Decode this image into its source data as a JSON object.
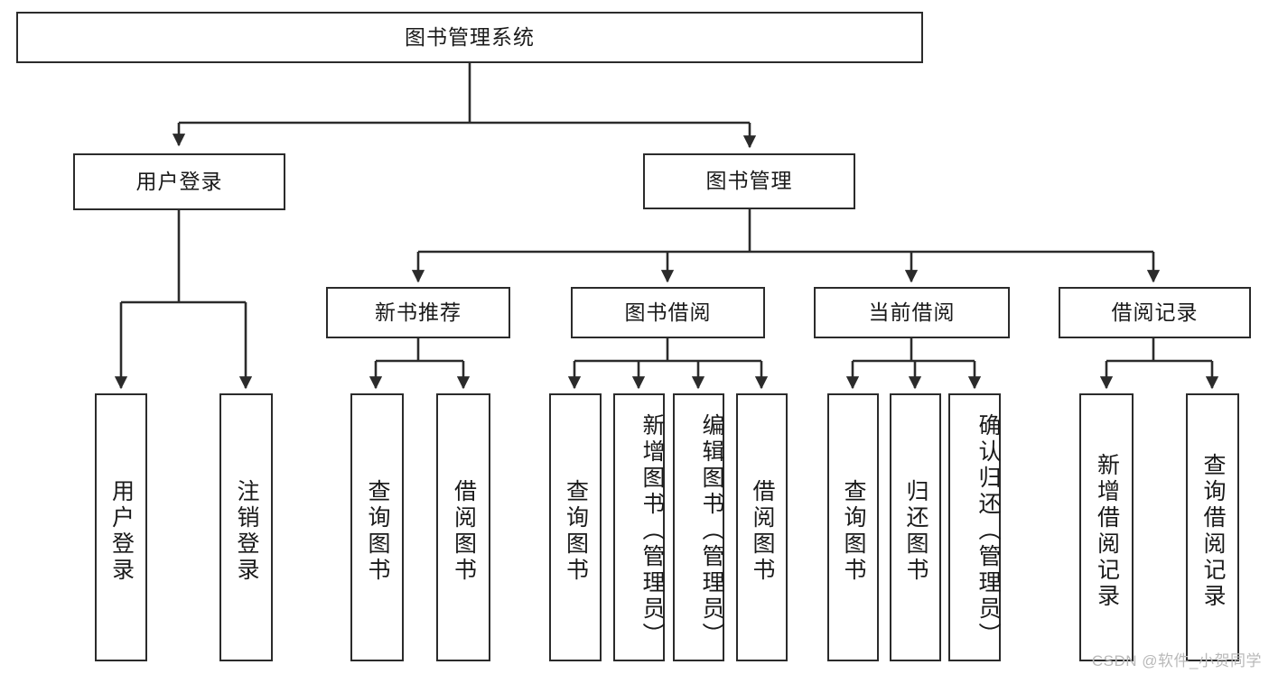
{
  "diagram": {
    "type": "tree",
    "title": "图书管理系统",
    "watermark": "CSDN @软件_小贺同学",
    "colors": {
      "box_border": "#2b2b2b",
      "box_fill": "#ffffff",
      "connector": "#2b2b2b",
      "text": "#1a1a1a",
      "watermark": "#b9b9b9"
    },
    "nodes": {
      "root": {
        "label": "图书管理系统"
      },
      "level2": [
        {
          "id": "user-login",
          "label": "用户登录"
        },
        {
          "id": "book-management",
          "label": "图书管理"
        }
      ],
      "level3": [
        {
          "id": "new-book-recommend",
          "label": "新书推荐"
        },
        {
          "id": "book-borrow",
          "label": "图书借阅"
        },
        {
          "id": "current-borrow",
          "label": "当前借阅"
        },
        {
          "id": "borrow-record",
          "label": "借阅记录"
        }
      ],
      "leaves": {
        "user_login": [
          {
            "id": "leaf-user-login",
            "label": "用户登录"
          },
          {
            "id": "leaf-logout-login",
            "label": "注销登录"
          }
        ],
        "new_book_recommend": [
          {
            "id": "leaf-query-book-1",
            "label": "查询图书"
          },
          {
            "id": "leaf-borrow-book-1",
            "label": "借阅图书"
          }
        ],
        "book_borrow": [
          {
            "id": "leaf-query-book-2",
            "label": "查询图书"
          },
          {
            "id": "leaf-add-book-admin",
            "label": "新增图书（管理员）"
          },
          {
            "id": "leaf-edit-book-admin",
            "label": "编辑图书（管理员）"
          },
          {
            "id": "leaf-borrow-book-2",
            "label": "借阅图书"
          }
        ],
        "current_borrow": [
          {
            "id": "leaf-query-book-3",
            "label": "查询图书"
          },
          {
            "id": "leaf-return-book",
            "label": "归还图书"
          },
          {
            "id": "leaf-confirm-return-admin",
            "label": "确认归还（管理员）"
          }
        ],
        "borrow_record": [
          {
            "id": "leaf-add-borrow-record",
            "label": "新增借阅记录"
          },
          {
            "id": "leaf-query-borrow-record",
            "label": "查询借阅记录"
          }
        ]
      }
    }
  }
}
